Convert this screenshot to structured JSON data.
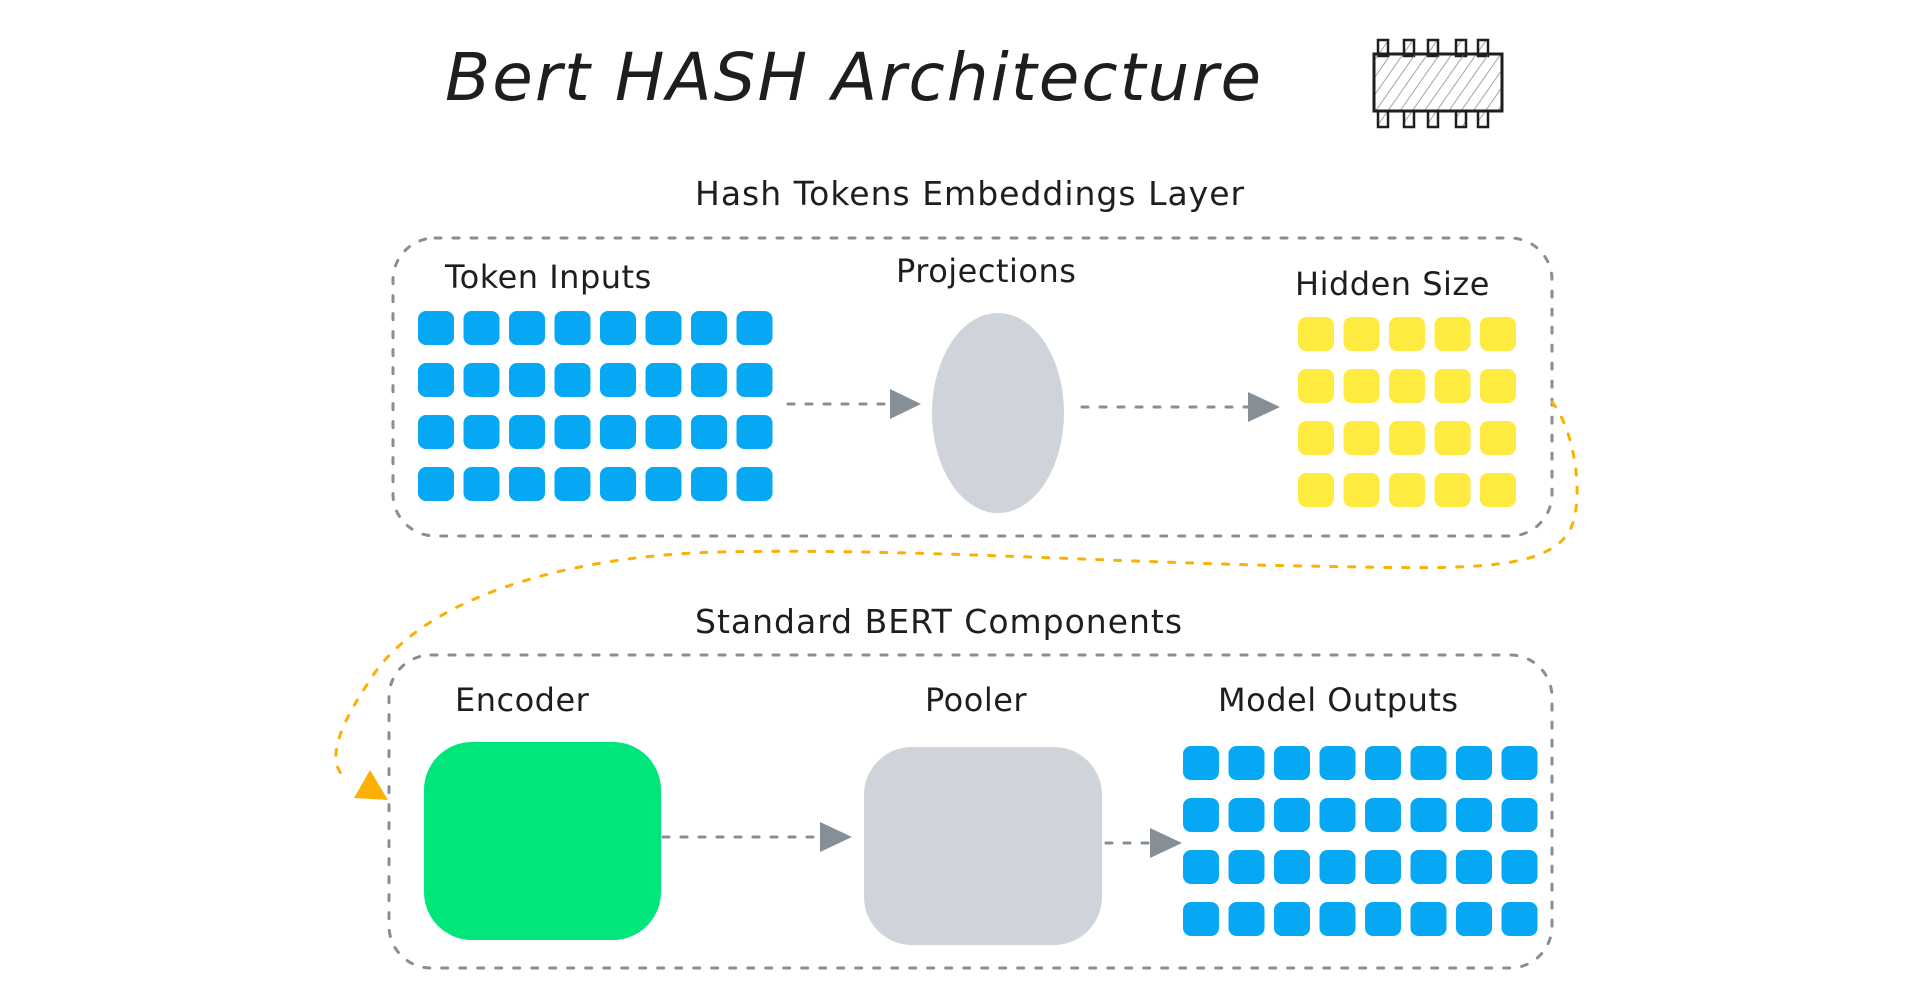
{
  "diagram": {
    "title": "Bert HASH Architecture",
    "title_icon": "chip-icon",
    "colors": {
      "token": "#06a8f3",
      "hidden": "#ffeb3f",
      "encoder": "#00e67a",
      "neutral": "#ced4da",
      "arrow": "#868e96",
      "loop_arrow": "#fab005"
    },
    "sections": [
      {
        "id": "hash-embeddings",
        "title": "Hash Tokens Embeddings Layer",
        "nodes": [
          {
            "id": "token-inputs",
            "label": "Token Inputs",
            "shape": "grid",
            "rows": 4,
            "cols": 8,
            "color_key": "token"
          },
          {
            "id": "projections",
            "label": "Projections",
            "shape": "ellipse",
            "color_key": "neutral"
          },
          {
            "id": "hidden-size",
            "label": "Hidden Size",
            "shape": "grid",
            "rows": 4,
            "cols": 5,
            "color_key": "hidden"
          }
        ]
      },
      {
        "id": "standard-bert",
        "title": "Standard BERT Components",
        "nodes": [
          {
            "id": "encoder",
            "label": "Encoder",
            "shape": "rounded-rect",
            "color_key": "encoder"
          },
          {
            "id": "pooler",
            "label": "Pooler",
            "shape": "rounded-rect",
            "color_key": "neutral"
          },
          {
            "id": "model-outputs",
            "label": "Model Outputs",
            "shape": "grid",
            "rows": 4,
            "cols": 8,
            "color_key": "token"
          }
        ]
      }
    ],
    "edges": [
      {
        "from": "token-inputs",
        "to": "projections",
        "style": "dotted"
      },
      {
        "from": "projections",
        "to": "hidden-size",
        "style": "dotted"
      },
      {
        "from": "hidden-size",
        "to": "encoder",
        "style": "dotted-curved"
      },
      {
        "from": "encoder",
        "to": "pooler",
        "style": "dotted"
      },
      {
        "from": "pooler",
        "to": "model-outputs",
        "style": "dotted"
      }
    ]
  }
}
